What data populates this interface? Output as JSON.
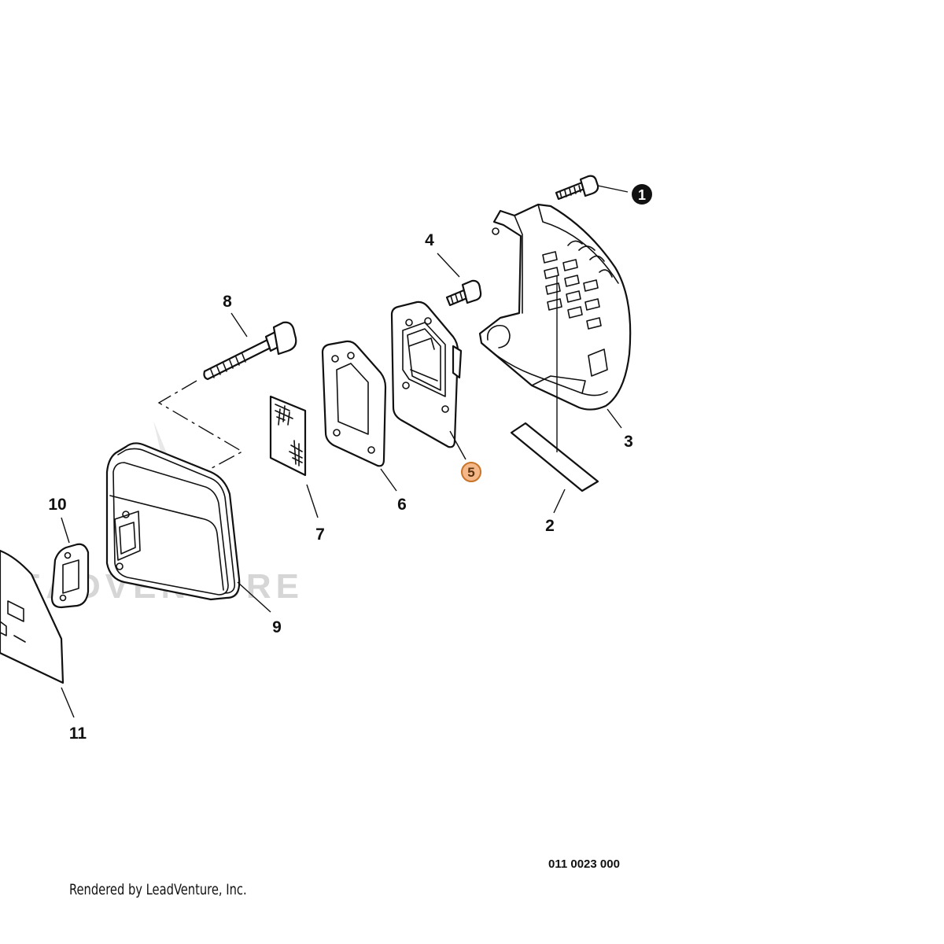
{
  "watermark_text": "LEADVENTURE",
  "drawing_number": "011 0023 000",
  "rendered_by": "Rendered by LeadVenture, Inc.",
  "colors": {
    "line": "#111111",
    "highlight_fill": "#f4b889",
    "highlight_stroke": "#c8742a",
    "watermark": "#d6d6d6"
  },
  "callouts": [
    {
      "label": "1",
      "style": "filled"
    },
    {
      "label": "2"
    },
    {
      "label": "3"
    },
    {
      "label": "4"
    },
    {
      "label": "5",
      "style": "highlighted"
    },
    {
      "label": "6"
    },
    {
      "label": "7"
    },
    {
      "label": "8"
    },
    {
      "label": "9"
    },
    {
      "label": "10"
    },
    {
      "label": "11"
    }
  ]
}
